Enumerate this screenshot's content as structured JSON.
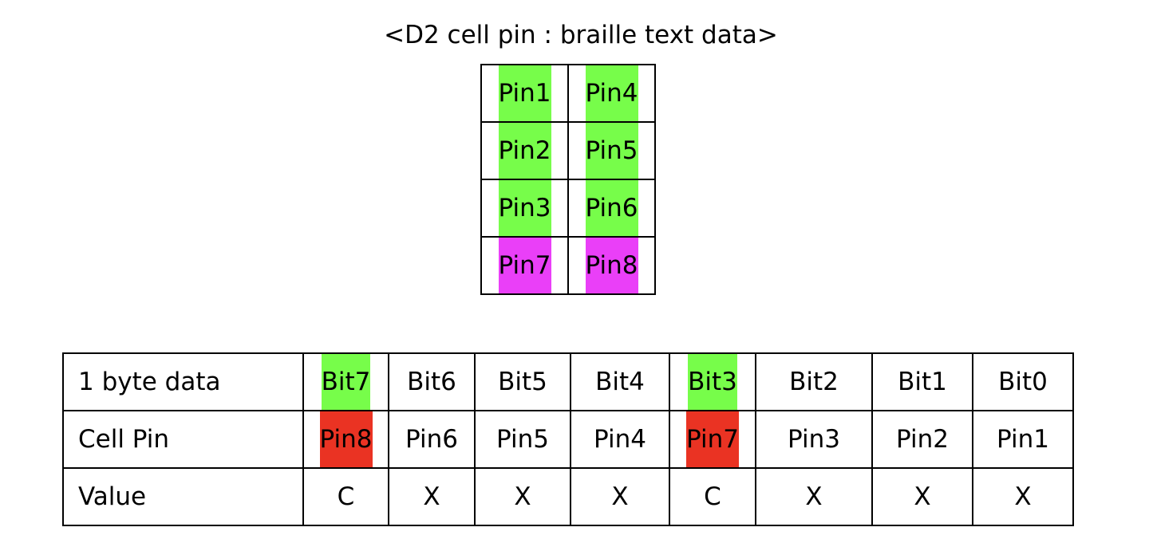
{
  "title": "<D2 cell pin : braille text data>",
  "colors": {
    "green": "#77fd4a",
    "magenta": "#ea3ff8",
    "red": "#ea3323"
  },
  "cell_pins": [
    [
      {
        "label": "Pin1",
        "color": "green"
      },
      {
        "label": "Pin4",
        "color": "green"
      }
    ],
    [
      {
        "label": "Pin2",
        "color": "green"
      },
      {
        "label": "Pin5",
        "color": "green"
      }
    ],
    [
      {
        "label": "Pin3",
        "color": "green"
      },
      {
        "label": "Pin6",
        "color": "green"
      }
    ],
    [
      {
        "label": "Pin7",
        "color": "magenta"
      },
      {
        "label": "Pin8",
        "color": "magenta"
      }
    ]
  ],
  "data_table": {
    "rows": [
      {
        "label": "1 byte data",
        "cells": [
          {
            "text": "Bit7",
            "color": "green"
          },
          {
            "text": "Bit6"
          },
          {
            "text": "Bit5"
          },
          {
            "text": "Bit4"
          },
          {
            "text": "Bit3",
            "color": "green"
          },
          {
            "text": "Bit2"
          },
          {
            "text": "Bit1"
          },
          {
            "text": "Bit0"
          }
        ]
      },
      {
        "label": "Cell Pin",
        "cells": [
          {
            "text": "Pin8",
            "color": "red"
          },
          {
            "text": "Pin6"
          },
          {
            "text": "Pin5"
          },
          {
            "text": "Pin4"
          },
          {
            "text": "Pin7",
            "color": "red"
          },
          {
            "text": "Pin3"
          },
          {
            "text": "Pin2"
          },
          {
            "text": "Pin1"
          }
        ]
      },
      {
        "label": "Value",
        "cells": [
          {
            "text": "C"
          },
          {
            "text": "X"
          },
          {
            "text": "X"
          },
          {
            "text": "X"
          },
          {
            "text": "C"
          },
          {
            "text": "X"
          },
          {
            "text": "X"
          },
          {
            "text": "X"
          }
        ]
      }
    ]
  }
}
